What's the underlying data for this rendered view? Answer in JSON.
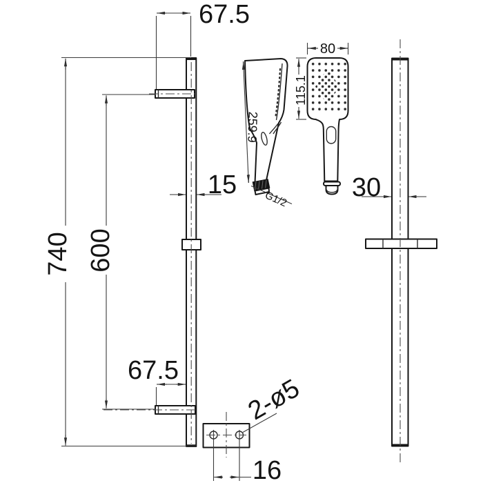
{
  "dimensions": {
    "top_bracket_to_rail": "67.5",
    "overall_length": "740",
    "bracket_spacing": "600",
    "rail_width_side_view": "15",
    "bottom_bracket_to_rail": "67.5",
    "handset_length": "259.9",
    "connector_thread": "G1/2",
    "handset_head_width": "80",
    "handset_head_length": "115.1",
    "rail_width_front_view": "30",
    "mounting_holes": "2-ø5",
    "hole_spacing": "16"
  },
  "colors": {
    "line": "#161616",
    "dimension_line": "#3a3a3a",
    "background": "#ffffff",
    "connector_fill": "#161616"
  }
}
